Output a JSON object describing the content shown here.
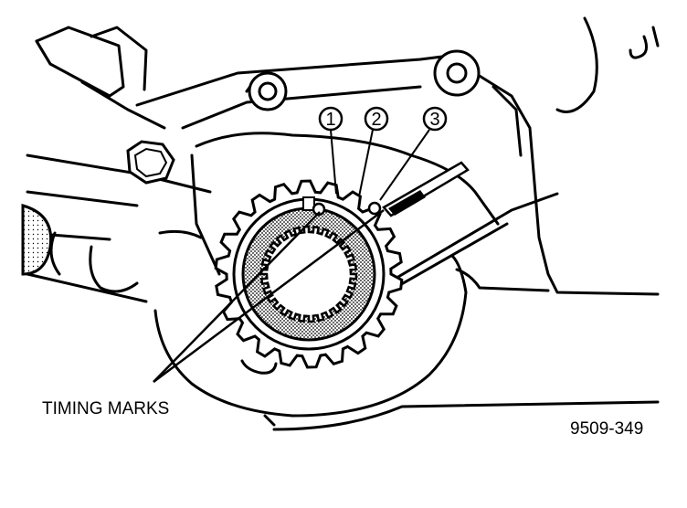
{
  "callouts": [
    "1",
    "2",
    "3"
  ],
  "label": "TIMING MARKS",
  "figure_number": "9509-349",
  "colors": {
    "ink": "#000000",
    "paper": "#ffffff",
    "shade": "#9a9a9a"
  }
}
